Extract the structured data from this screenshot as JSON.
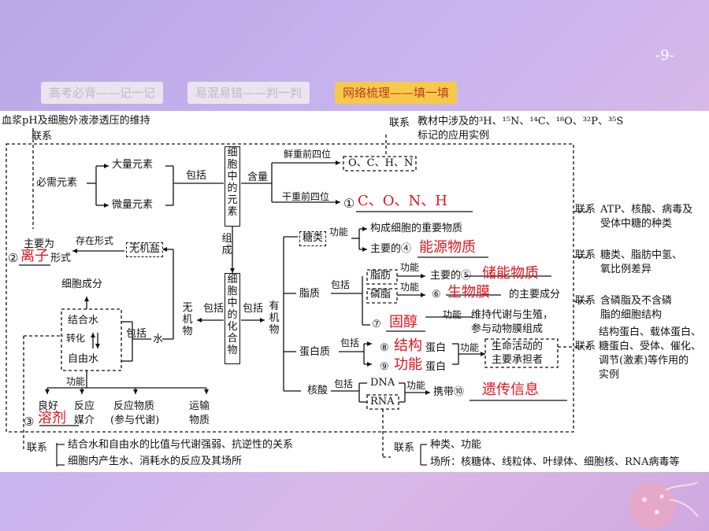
{
  "page_number": "-9-",
  "tabs": [
    {
      "label": "高考必背——记一记",
      "active": false
    },
    {
      "label": "易混易错——判一判",
      "active": false
    },
    {
      "label": "网络梳理——填一填",
      "active": true
    }
  ],
  "diagram": {
    "top_left_note": "血浆pH及细胞外液渗透压的维持",
    "lianxi": "联系",
    "isotope_note_l1": "教材中涉及的³H、¹⁵N、¹⁴C、¹⁸O、³²P、³⁵S",
    "isotope_note_l2": "标记的应用实例",
    "xianzhong": "鲜重前四位",
    "xianzhong_vals": "O、C、H、N",
    "ganzhong": "干重前四位",
    "ganzhong_num": "①",
    "ganzhong_answer": "C、O、N、H",
    "hanliang": "含量",
    "baokuo": "包括",
    "bixu": "必需元素",
    "daliang": "大量元素",
    "weiliang": "微量元素",
    "yuansu_box": "细胞中的元素",
    "zucheng": "组成",
    "huahewu_box": "细胞中的化合物",
    "wuji": "无机物",
    "youji": "有机物",
    "wujiyan": "无机盐",
    "cunzai": "存在形式",
    "zhuyaowei": "主要为",
    "lizi_num": "②",
    "lizi_answer": "离子",
    "xingshi": "形式",
    "xibao_chengfen": "细胞成分",
    "jiehe": "结合水",
    "zhuanhua": "转化",
    "ziyou": "自由水",
    "shui": "水",
    "gongneng": "功能",
    "rongji_num": "③",
    "rongji_answer": "溶剂",
    "lianghao": "良好",
    "fanying_meijie_1": "反应",
    "fanying_meijie_2": "媒介",
    "fanying_wuzhi_1": "反应物质",
    "fanying_wuzhi_2": "(参与代谢)",
    "yunshu_1": "运输",
    "yunshu_2": "物质",
    "tanglei": "糖类",
    "gouxheng": "构成细胞的重要物质",
    "zhuyaode4": "主要的④",
    "nengyuan_answer": "能源物质",
    "lianxi_tang": "ATP、核酸、病毒及受体中糖的种类",
    "lianxi_tang_l1": "ATP、核酸、病毒及",
    "lianxi_tang_l2": "受体中糖的种类",
    "zhizhi": "脂质",
    "zhifang": "脂肪",
    "linzhi": "磷脂",
    "zhuyaode5": "主要的⑤",
    "chuneng_answer": "储能物质",
    "num6": "⑥",
    "shengwumo_answer": "生物膜",
    "zhuyao_chengfen": "的主要成分",
    "num7": "⑦",
    "guchun_answer": "固醇",
    "weichi_l1": "维持代谢与生殖，",
    "weichi_l2": "参与动物膜组成",
    "lianxi_zhi_l1": "糖类、脂肪中氢、",
    "lianxi_zhi_l2": "氧比例差异",
    "lianxi_lin_l1": "含磷脂及不含磷",
    "lianxi_lin_l2": "脂的细胞结构",
    "danbaizhi": "蛋白质",
    "num8": "⑧",
    "jiegou_answer": "结构",
    "num9": "⑨",
    "gongneng_answer": "功能",
    "danbai": "蛋白",
    "chengdan_l1": "生命活动的",
    "chengdan_l2": "主要承担者",
    "lianxi_dan_l1": "结构蛋白、载体蛋白、",
    "lianxi_dan_l2": "糖蛋白、受体、催化、",
    "lianxi_dan_l3": "调节(激素)等作用的",
    "lianxi_dan_l4": "实例",
    "hesuan": "核酸",
    "dna": "DNA",
    "rna": "RNA",
    "xiedai": "携带⑩",
    "yichuan_answer": "遗传信息",
    "bottom_left_l1": "结合水和自由水的比值与代谢强弱、抗逆性的关系",
    "bottom_left_l2": "细胞内产生水、消耗水的反应及其场所",
    "bottom_right_l1": "种类、功能",
    "bottom_right_l2": "场所：核糖体、线粒体、叶绿体、细胞核、RNA病毒等"
  }
}
